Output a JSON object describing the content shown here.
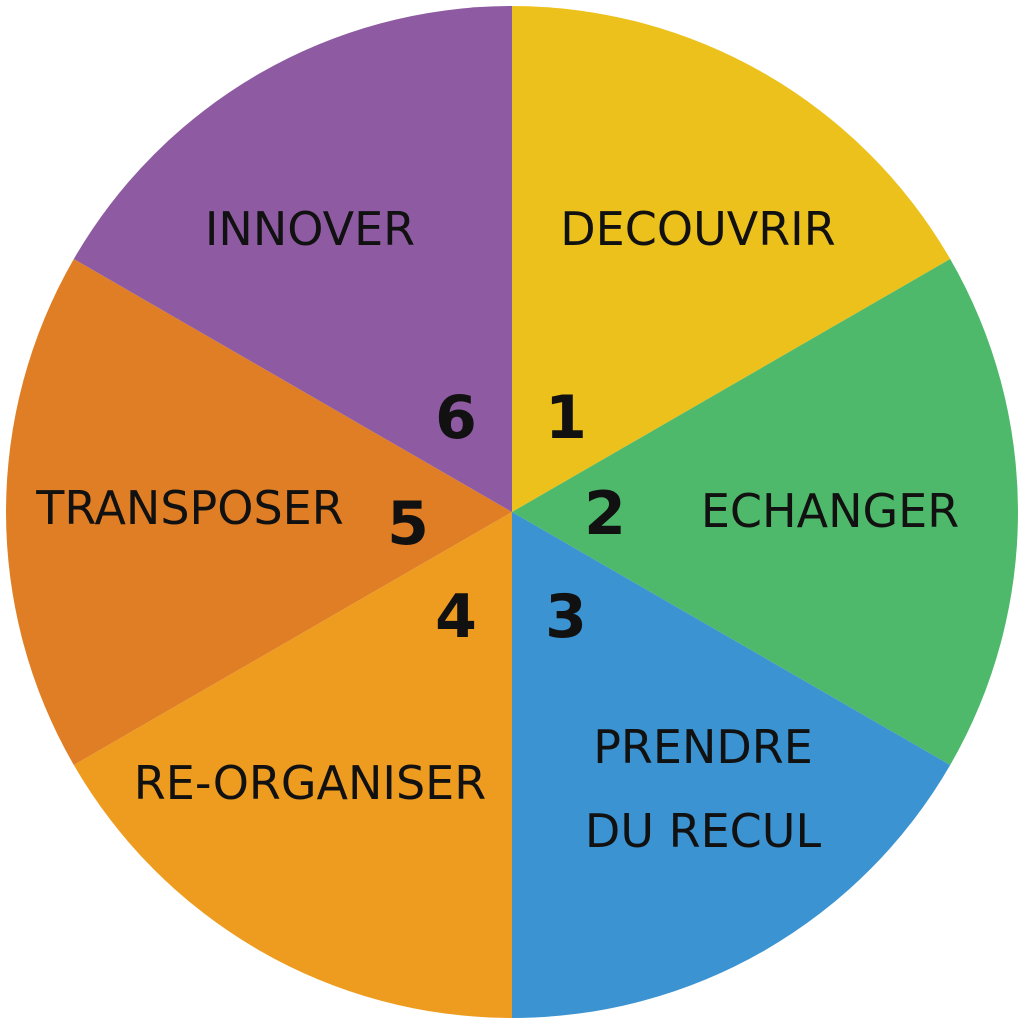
{
  "segments": [
    {
      "number": "1",
      "label_lines": [
        "DECOUVRIR"
      ],
      "color": "#ECC11C"
    },
    {
      "number": "2",
      "label_lines": [
        "ECHANGER"
      ],
      "color": "#4EB96A"
    },
    {
      "number": "3",
      "label_lines": [
        "PRENDRE",
        "DU RECUL"
      ],
      "color": "#3B93D1"
    },
    {
      "number": "4",
      "label_lines": [
        "RE-ORGANISER"
      ],
      "color": "#EE9C20"
    },
    {
      "number": "5",
      "label_lines": [
        "TRANSPOSER"
      ],
      "color": "#E07E25"
    },
    {
      "number": "6",
      "label_lines": [
        "INNOVER"
      ],
      "color": "#8E5BA2"
    }
  ]
}
